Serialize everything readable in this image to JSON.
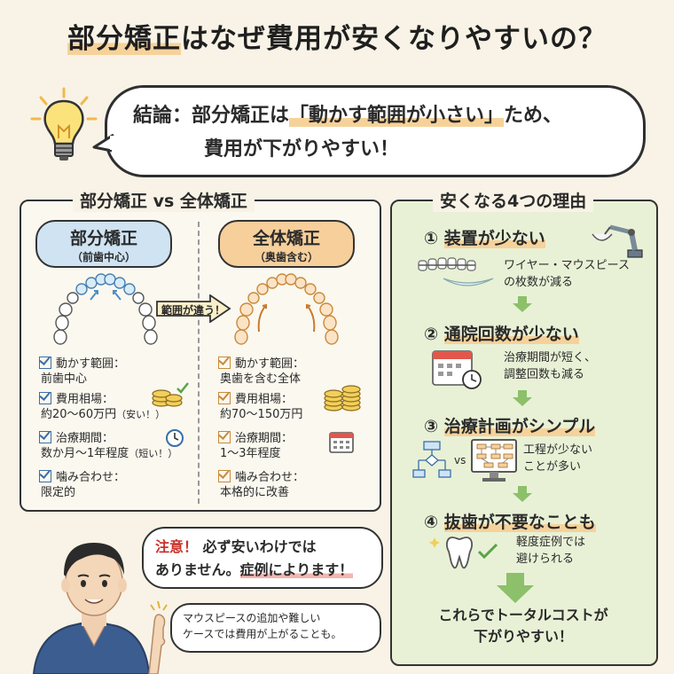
{
  "title": {
    "highlight": "部分矯正",
    "rest": "はなぜ費用が安くなりやすいの？"
  },
  "conclusion": {
    "prefix": "結論：部分矯正は",
    "highlight": "「動かす範囲が小さい」",
    "suffix": "ため、",
    "line2": "費用が下がりやすい！"
  },
  "comparison": {
    "heading": "部分矯正 vs 全体矯正",
    "arrow_label": "範囲が違う！",
    "partial": {
      "name": "部分矯正",
      "sub": "（前歯中心）",
      "items": [
        {
          "label": "動かす範囲：",
          "value": "前歯中心",
          "note": ""
        },
        {
          "label": "費用相場：",
          "value": "約20〜60万円",
          "note": "（安い！）"
        },
        {
          "label": "治療期間：",
          "value": "数か月〜1年程度",
          "note": "（短い！）"
        },
        {
          "label": "噛み合わせ：",
          "value": "限定的",
          "note": ""
        }
      ]
    },
    "full": {
      "name": "全体矯正",
      "sub": "（奥歯含む）",
      "items": [
        {
          "label": "動かす範囲：",
          "value": "奥歯を含む全体",
          "note": ""
        },
        {
          "label": "費用相場：",
          "value": "約70〜150万円",
          "note": ""
        },
        {
          "label": "治療期間：",
          "value": "1〜3年程度",
          "note": ""
        },
        {
          "label": "噛み合わせ：",
          "value": "本格的に改善",
          "note": ""
        }
      ]
    }
  },
  "reasons": {
    "heading": "安くなる4つの理由",
    "steps": [
      {
        "num": "①",
        "title": "装置が少ない",
        "desc1": "ワイヤー・マウスピース",
        "desc2": "の枚数が減る"
      },
      {
        "num": "②",
        "title": "通院回数が少ない",
        "desc1": "治療期間が短く、",
        "desc2": "調整回数も減る"
      },
      {
        "num": "③",
        "title": "治療計画がシンプル",
        "desc1": "工程が少ない",
        "desc2": "ことが多い"
      },
      {
        "num": "④",
        "title": "抜歯が不要なことも",
        "desc1": "軽度症例では",
        "desc2": "避けられる"
      }
    ],
    "vs": "vs",
    "final1": "これらでトータルコストが",
    "final2": "下がりやすい！"
  },
  "caution": {
    "label": "注意！",
    "line1": "必ず安いわけでは",
    "line2a": "ありません。",
    "line2b": "症例によります！",
    "note1": "マウスピースの追加や難しい",
    "note2": "ケースでは費用が上がることも。"
  },
  "colors": {
    "accent": "#f6d29a",
    "blue": "#cfe3f3",
    "orange": "#f7cf9b",
    "green_panel": "#e8f1d6",
    "arrow_green": "#8cc06a",
    "caution_red": "#c8322b"
  }
}
